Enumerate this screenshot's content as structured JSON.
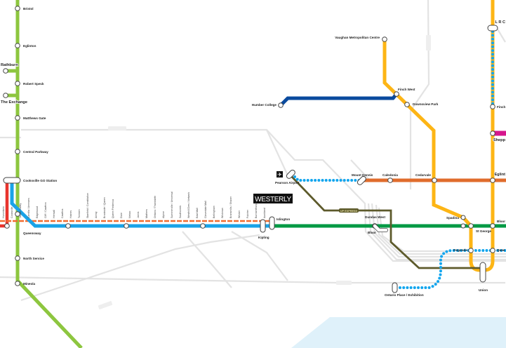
{
  "brand": {
    "logo_text": "WESTERLY"
  },
  "colors": {
    "hurontario": "#8dc63f",
    "mississauga_red": "#e8352e",
    "dundas_brt": "#1aa3e8",
    "orange_dashed": "#f26a2e",
    "line1_green": "#009a44",
    "line1_yellow": "#fdb515",
    "finch_west": "#0a4a9e",
    "eglinton": "#e06c2c",
    "up_express": "#5d5a2b",
    "sheppard": "#d6168d",
    "ontario_line_dotted": "#11a5ee",
    "lake": "#dff1fa",
    "road": "#e3e3e3"
  },
  "icons": {
    "airport": "airplane-icon"
  },
  "up_express_label": "UP EXPRESS",
  "stations": {
    "bristol": "Bristol",
    "eglinton_hur": "Eglinton",
    "rathburn": "Rathburn",
    "robert_speck": "Robert Speck",
    "the_exchange": "The Exchange",
    "matthews_gate": "Matthews Gate",
    "central_parkway": "Central Parkway",
    "cooksville_go": "Cooksville GO Station",
    "queensway": "Queensway",
    "north_service": "North Service",
    "mineola": "Mineola",
    "pearson_airport": "Pearson Airport",
    "islington": "Islington",
    "kipling": "Kipling",
    "humber_college": "Humber College",
    "vaughan": "Vaughan Metropolitan Centre",
    "finch_west": "Finch West",
    "downsview_park": "Downsview Park",
    "mount_dennis": "Mount Dennis",
    "caledonia": "Caledonia",
    "cedarvale": "Cedarvale",
    "eglinton_yonge": "Eglint",
    "finch": "Finch",
    "sheppard": "Shepp",
    "dundas_west": "Dundas West",
    "bloor_dw": "Bloor",
    "spadina": "Spadina",
    "st_george": "St George",
    "bloor_yonge": "Bloor",
    "osgoode": "Osgoode",
    "queen": "Quee",
    "union": "Union",
    "ontario_place": "Ontario Place / Exhibition",
    "top_right_partial": "L R C"
  },
  "dundas_stops": [
    "Hurontario",
    "Cooksville",
    "Jasper Valley",
    "Camilla / Ammans",
    "Edgewood",
    "Cliff / Cawthra",
    "Hensall",
    "Cawthra",
    "Haines",
    "Tomken",
    "Stanfield / Constitution",
    "Ainsly",
    "Brookside / Queen",
    "Queen Frederica",
    "Dixie",
    "Nebco",
    "Jarvis",
    "Mathers",
    "Ontario / Thanksleth",
    "Alpine",
    "Summerville / Universal",
    "Southcreek",
    "Westhill Dres / Network",
    "East Mall",
    "Cloverdale Mall",
    "Bellingham",
    "Wickman",
    "Bransmills / Shaver",
    "Wicker",
    "Fulcher",
    "Burnamthorpe",
    "Auckland"
  ]
}
